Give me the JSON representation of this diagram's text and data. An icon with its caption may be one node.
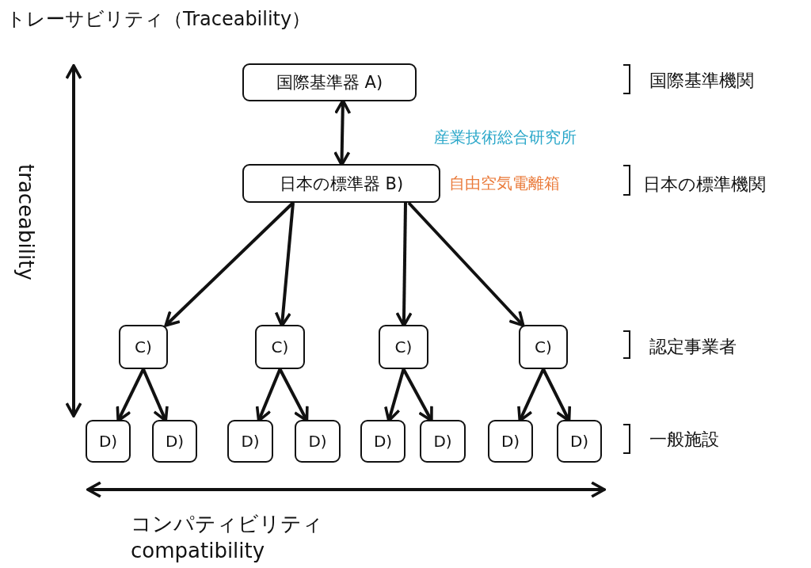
{
  "diagram": {
    "title": "トレーサビリティ（Traceability）",
    "nodes": [
      {
        "text": [
          "国際基準器 A)"
        ]
      },
      {
        "text": [
          "日本の標準器 B)"
        ],
        "beside": [
          "自由空気電離箱"
        ]
      },
      {
        "text": [
          "C)"
        ]
      },
      {
        "text": [
          "C)"
        ]
      },
      {
        "text": [
          "C)"
        ]
      },
      {
        "text": [
          "C)"
        ]
      },
      {
        "text": [
          "D)"
        ]
      },
      {
        "text": [
          "D)"
        ]
      },
      {
        "text": [
          "D)"
        ]
      },
      {
        "text": [
          "D)"
        ]
      },
      {
        "text": [
          "D)"
        ]
      },
      {
        "text": [
          "D)"
        ]
      },
      {
        "text": [
          "D)"
        ]
      },
      {
        "text": [
          "D)"
        ]
      }
    ],
    "edges": [
      {
        "from": 0,
        "to": 1,
        "arrow": "both"
      },
      {
        "from": 1,
        "to": 2,
        "arrow": "to"
      },
      {
        "from": 1,
        "to": 3,
        "arrow": "to"
      },
      {
        "from": 1,
        "to": 4,
        "arrow": "to"
      },
      {
        "from": 1,
        "to": 5,
        "arrow": "to"
      },
      {
        "from": 2,
        "to": 6,
        "arrow": "to"
      },
      {
        "from": 2,
        "to": 7,
        "arrow": "to"
      },
      {
        "from": 3,
        "to": 8,
        "arrow": "to"
      },
      {
        "from": 3,
        "to": 9,
        "arrow": "to"
      },
      {
        "from": 4,
        "to": 10,
        "arrow": "to"
      },
      {
        "from": 4,
        "to": 11,
        "arrow": "to"
      },
      {
        "from": 5,
        "to": 12,
        "arrow": "to"
      },
      {
        "from": 5,
        "to": 13,
        "arrow": "to"
      }
    ],
    "labels": [
      "国際基準機関",
      "産業技術総合研究所",
      "日本の標準機関",
      "認定事業者",
      "一般施設",
      "traceability",
      "コンパティビリティ",
      "compatibility"
    ]
  }
}
